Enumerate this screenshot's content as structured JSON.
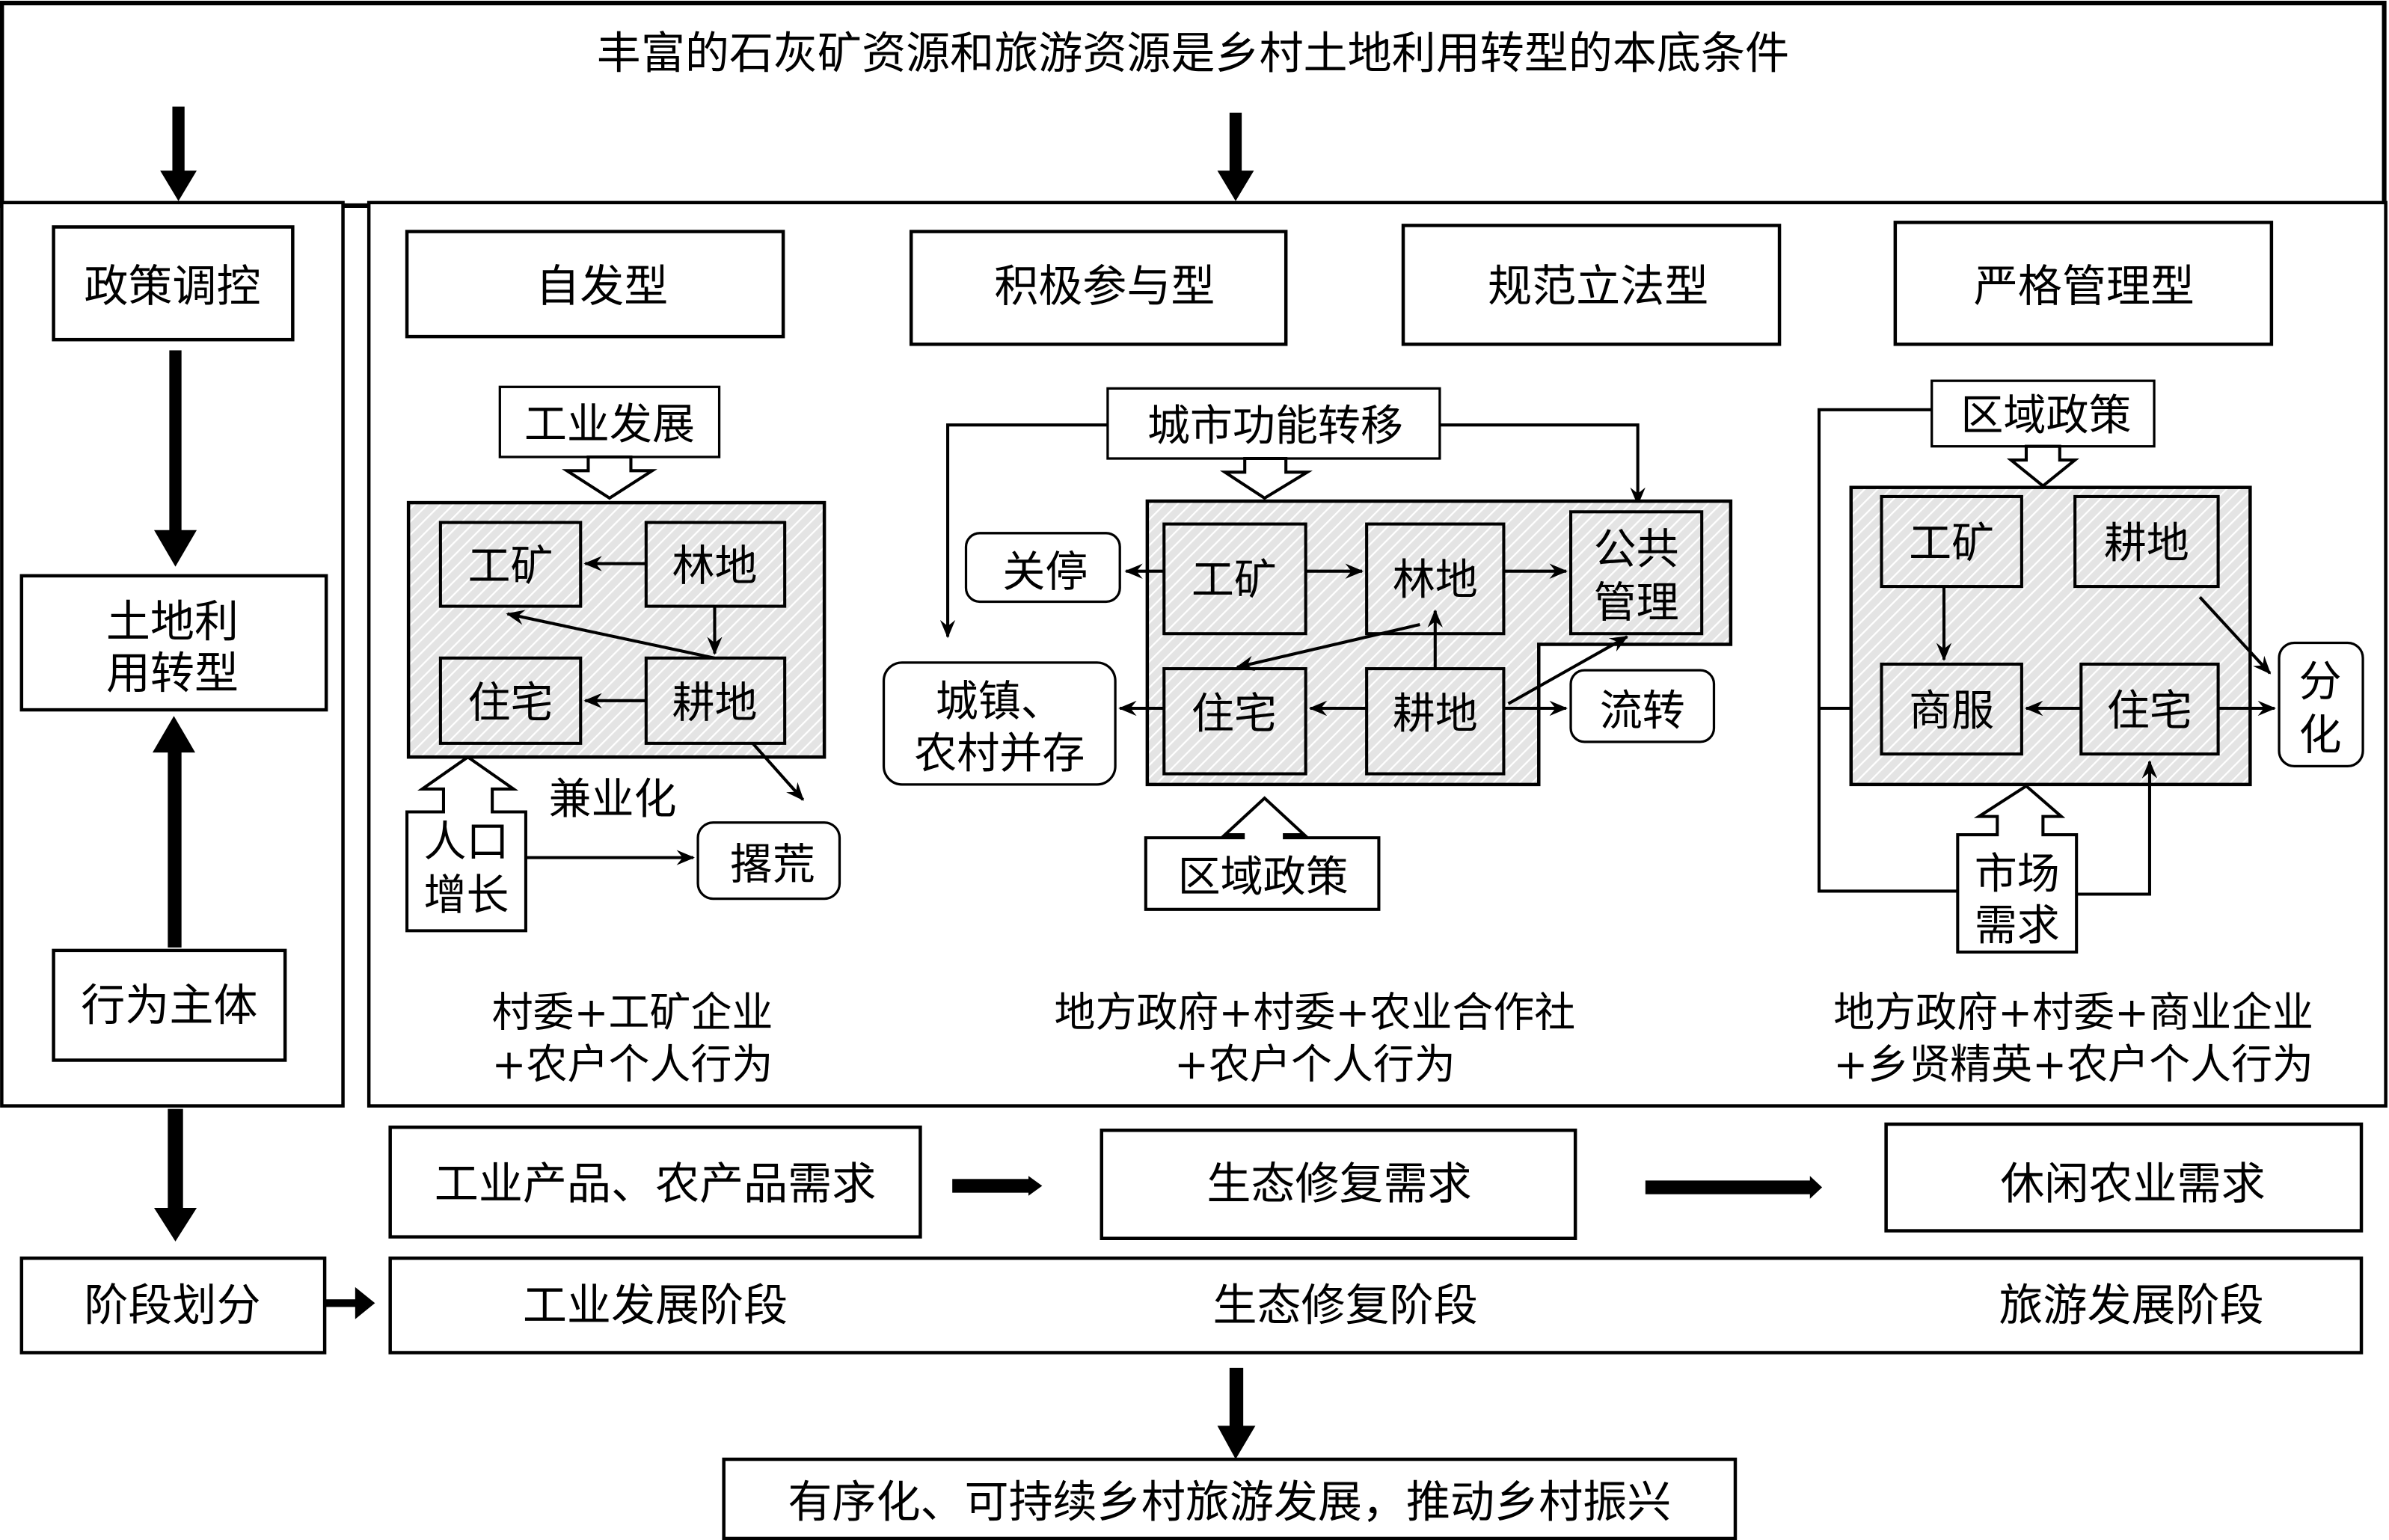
{
  "header": {
    "premise": "丰富的石灰矿资源和旅游资源是乡村土地利用转型的本底条件"
  },
  "left_column": {
    "policy": "政策调控",
    "land_use_line1": "土地利",
    "land_use_line2": "用转型",
    "actors": "行为主体",
    "stage_division": "阶段划分"
  },
  "types": [
    {
      "label": "自发型"
    },
    {
      "label": "积极参与型"
    },
    {
      "label": "规范立法型"
    },
    {
      "label": "严格管理型"
    }
  ],
  "spontaneous": {
    "driver_top": "工业发展",
    "nodes": {
      "mining": "工矿",
      "forest": "林地",
      "housing": "住宅",
      "farmland": "耕地"
    },
    "driver_bottom_line1": "人口",
    "driver_bottom_line2": "增长",
    "part_time": "兼业化",
    "abandoned": "撂荒",
    "actors_line1": "村委+工矿企业",
    "actors_line2": "+农户个人行为"
  },
  "active": {
    "driver_top": "城市功能转移",
    "nodes": {
      "mining": "工矿",
      "forest": "林地",
      "public_line1": "公共",
      "public_line2": "管理",
      "housing": "住宅",
      "farmland": "耕地"
    },
    "closed": "关停",
    "coexist_line1": "城镇、",
    "coexist_line2": "农村并存",
    "transfer": "流转",
    "driver_bottom": "区域政策",
    "actors_line1": "地方政府+村委+农业合作社",
    "actors_line2": "+农户个人行为"
  },
  "strict": {
    "driver_top": "区域政策",
    "nodes": {
      "mining": "工矿",
      "farmland": "耕地",
      "commerce": "商服",
      "housing": "住宅"
    },
    "differentiation_line1": "分",
    "differentiation_line2": "化",
    "driver_bottom_line1": "市场",
    "driver_bottom_line2": "需求",
    "actors_line1": "地方政府+村委+商业企业",
    "actors_line2": "+乡贤精英+农户个人行为"
  },
  "demands": [
    {
      "label": "工业产品、农产品需求"
    },
    {
      "label": "生态修复需求"
    },
    {
      "label": "休闲农业需求"
    }
  ],
  "stages": [
    {
      "label": "工业发展阶段"
    },
    {
      "label": "生态修复阶段"
    },
    {
      "label": "旅游发展阶段"
    }
  ],
  "outcome": "有序化、可持续乡村旅游发展，推动乡村振兴"
}
